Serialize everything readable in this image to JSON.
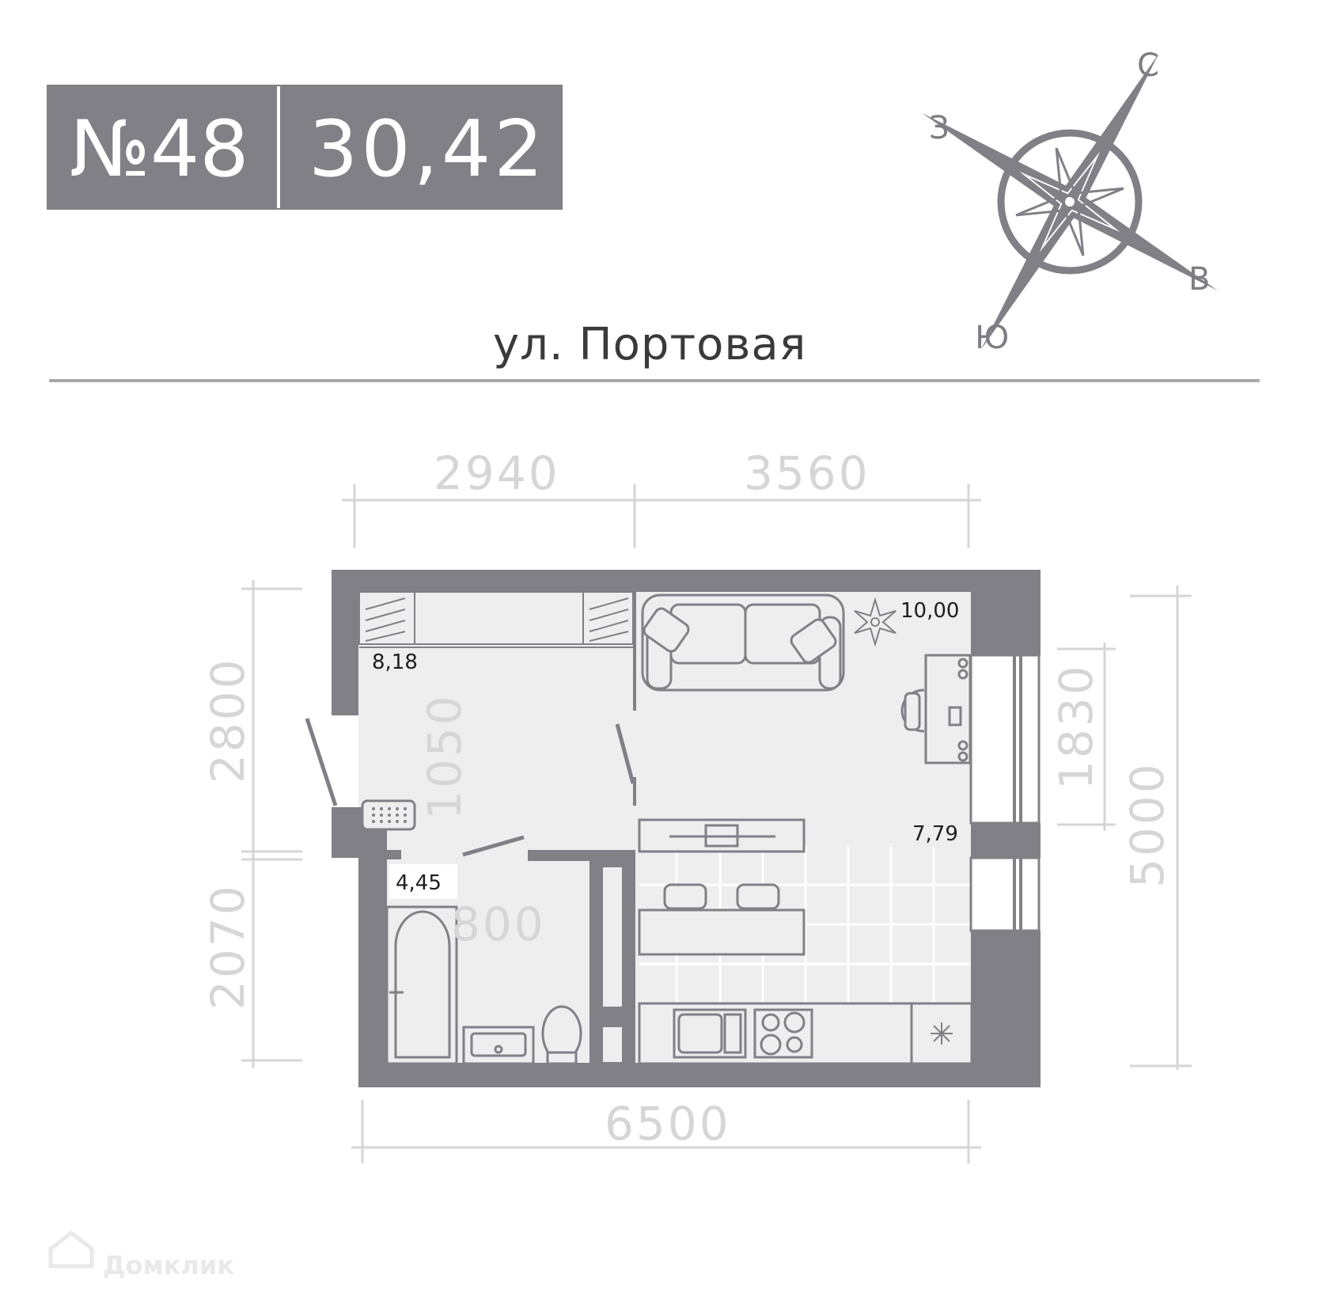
{
  "header": {
    "apartment_number": "№48",
    "total_area": "30,42"
  },
  "street": "ул. Портовая",
  "compass": {
    "north": "С",
    "south": "Ю",
    "east": "В",
    "west": "З",
    "color": "#808086"
  },
  "dimensions": {
    "top_left": "2940",
    "top_right": "3560",
    "bottom": "6500",
    "left_upper": "2800",
    "left_lower": "2070",
    "right_window": "1830",
    "right_total": "5000",
    "hall_inner": "1050",
    "bath_inner": "800"
  },
  "rooms": {
    "hall_area": "8,18",
    "living_area": "10,00",
    "kitchen_area": "7,79",
    "bath_area": "4,45"
  },
  "watermark": "Домклик",
  "colors": {
    "wall": "#808086",
    "floor": "#eeeeee",
    "dimension": "#d6d6d6"
  }
}
